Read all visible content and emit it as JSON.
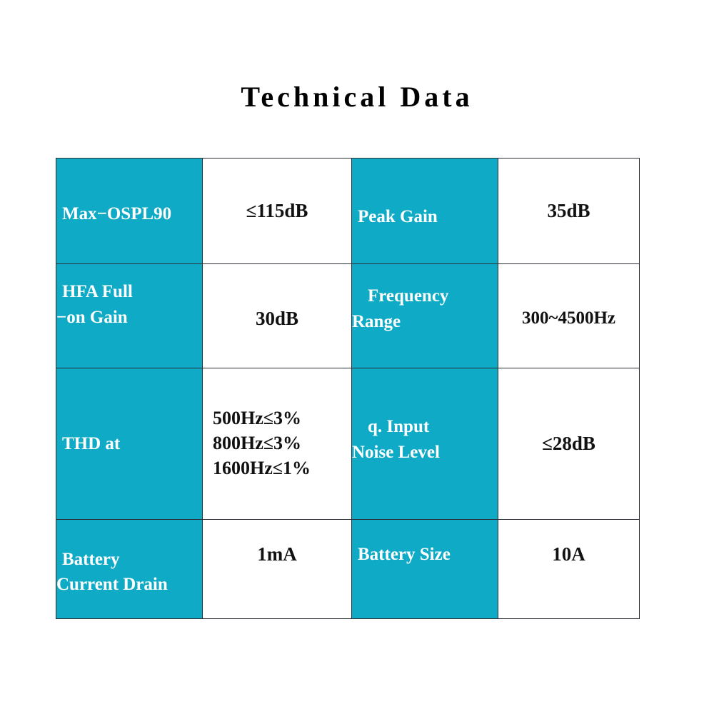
{
  "page": {
    "title": "Technical Data",
    "background_color": "#ffffff",
    "accent_color": "#0eaac6",
    "label_text_color": "#ffffff",
    "value_text_color": "#111111",
    "border_color": "#2b2f35"
  },
  "table": {
    "rows": [
      {
        "left_label": "Max−OSPL90",
        "left_value": "≤115dB",
        "right_label": "Peak Gain",
        "right_value": "35dB"
      },
      {
        "left_label": "HFA Full\n−on Gain",
        "left_value": "30dB",
        "right_label": "Frequency\nRange",
        "right_value": "300~4500Hz"
      },
      {
        "left_label": "THD at",
        "left_value": "500Hz≤3%\n800Hz≤3%\n1600Hz≤1%",
        "right_label": "q. Input\nNoise Level",
        "right_value": "≤28dB"
      },
      {
        "left_label": "Battery\nCurrent Drain",
        "left_value": "1mA",
        "right_label": "Battery Size",
        "right_value": "10A"
      }
    ]
  }
}
